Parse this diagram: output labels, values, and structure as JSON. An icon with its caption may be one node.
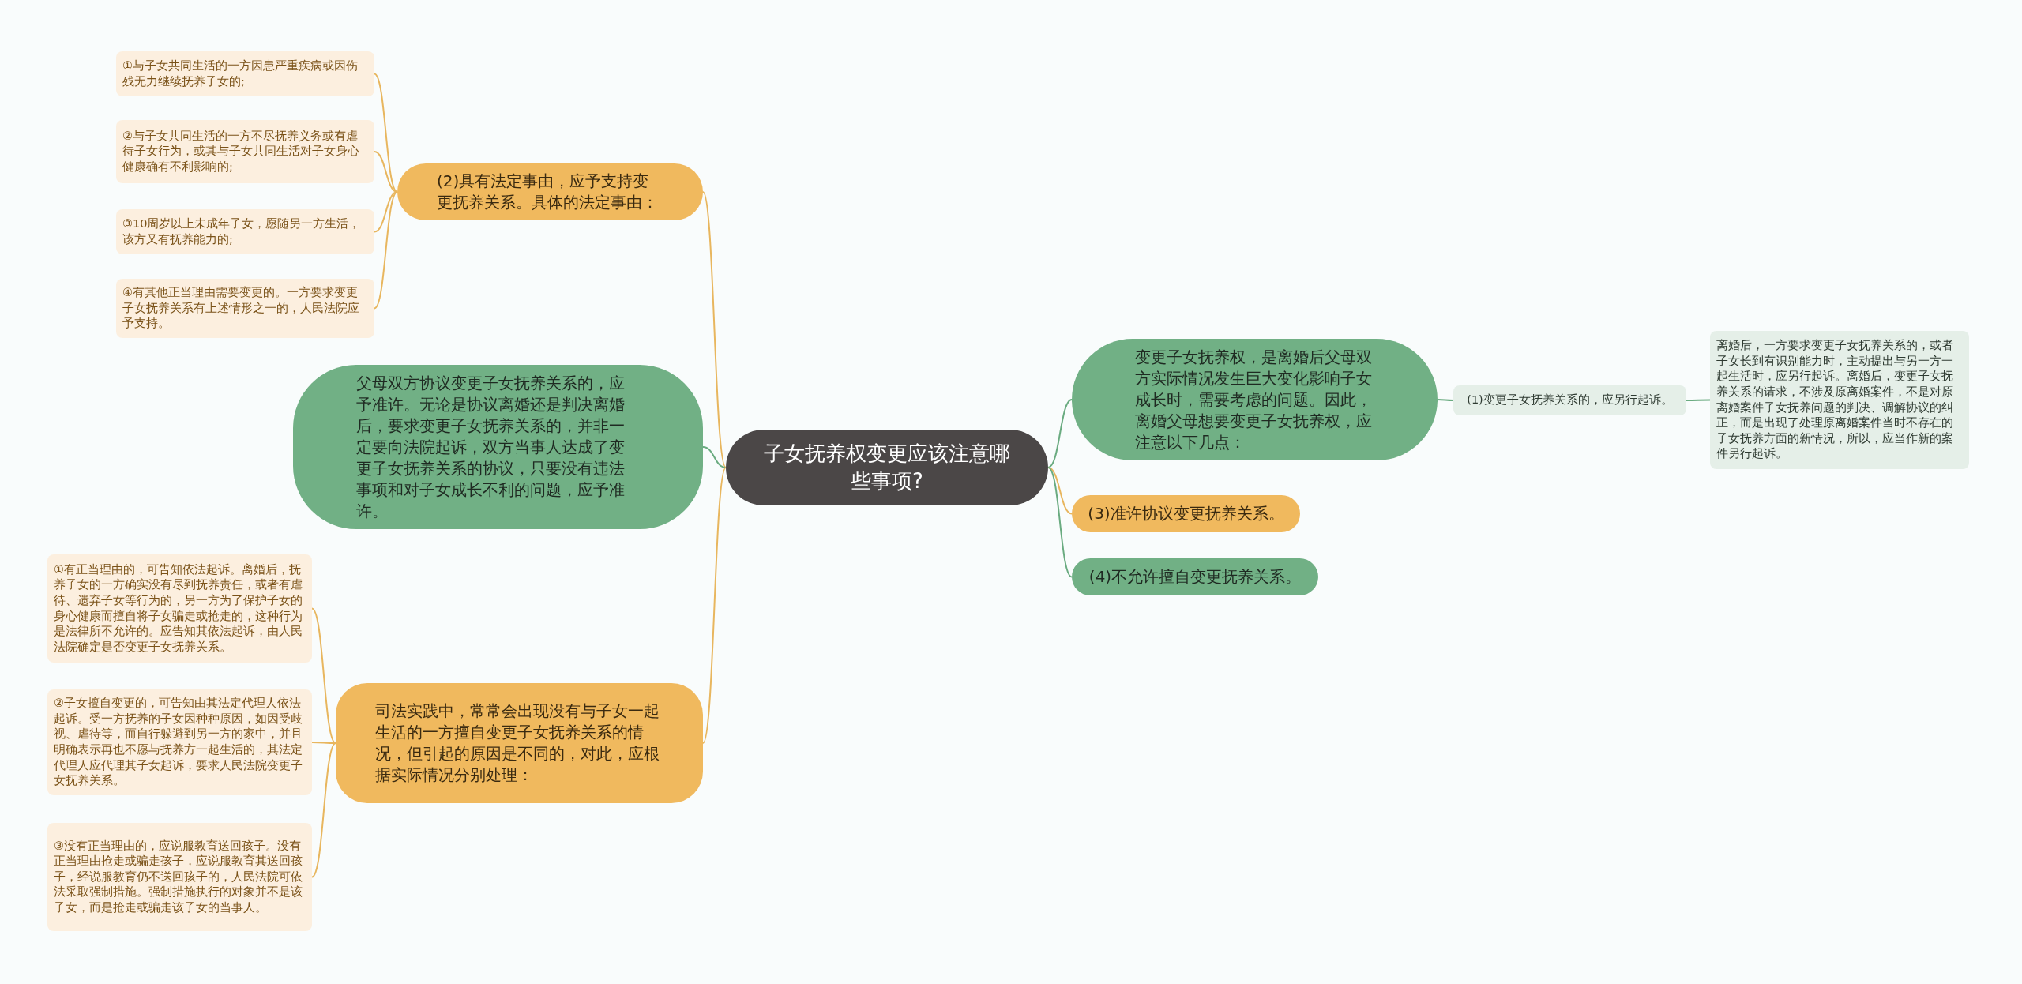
{
  "diagram": {
    "nodes": [
      {
        "text": [
          "子女抚养权变更应该注意哪些事项?"
        ]
      },
      {
        "text": [
          "(2)具有法定事由，应予支持变更抚养关系。具体的法定事由："
        ]
      },
      {
        "text": [
          "①与子女共同生活的一方因患严重疾病或因伤残无力继续抚养子女的;"
        ]
      },
      {
        "text": [
          "②与子女共同生活的一方不尽抚养义务或有虐待子女行为，或其与子女共同生活对子女身心健康确有不利影响的;"
        ]
      },
      {
        "text": [
          "③10周岁以上未成年子女，愿随另一方生活，该方又有抚养能力的;"
        ]
      },
      {
        "text": [
          "④有其他正当理由需要变更的。一方要求变更子女抚养关系有上述情形之一的，人民法院应予支持。"
        ]
      },
      {
        "text": [
          "父母双方协议变更子女抚养关系的，应予准许。无论是协议离婚还是判决离婚后，要求变更子女抚养关系的，并非一定要向法院起诉，双方当事人达成了变更子女抚养关系的协议，只要没有违法事项和对子女成长不利的问题，应予准许。"
        ]
      },
      {
        "text": [
          "司法实践中，常常会出现没有与子女一起生活的一方擅自变更子女抚养关系的情况，但引起的原因是不同的，对此，应根据实际情况分别处理："
        ]
      },
      {
        "text": [
          "①有正当理由的，可告知依法起诉。离婚后，抚养子女的一方确实没有尽到抚养责任，或者有虐待、遗弃子女等行为的，另一方为了保护子女的身心健康而擅自将子女骗走或抢走的，这种行为是法律所不允许的。应告知其依法起诉，由人民法院确定是否变更子女抚养关系。"
        ]
      },
      {
        "text": [
          "②子女擅自变更的，可告知由其法定代理人依法起诉。受一方抚养的子女因种种原因，如因受歧视、虐待等，而自行躲避到另一方的家中，并且明确表示再也不愿与抚养方一起生活的，其法定代理人应代理其子女起诉，要求人民法院变更子女抚养关系。"
        ]
      },
      {
        "text": [
          "③没有正当理由的，应说服教育送回孩子。没有正当理由抢走或骗走孩子，应说服教育其送回孩子，经说服教育仍不送回孩子的，人民法院可依法采取强制措施。强制措施执行的对象并不是该子女，而是抢走或骗走该子女的当事人。"
        ]
      },
      {
        "text": [
          "变更子女抚养权，是离婚后父母双方实际情况发生巨大变化影响子女成长时，需要考虑的问题。因此，离婚父母想要变更子女抚养权，应注意以下几点："
        ]
      },
      {
        "text": [
          "(1)变更子女抚养关系的，应另行起诉。"
        ]
      },
      {
        "text": [
          "离婚后，一方要求变更子女抚养关系的，或者子女长到有识别能力时，主动提出与另一方一起生活时，应另行起诉。离婚后，变更子女抚养关系的请求，不涉及原离婚案件，不是对原离婚案件子女抚养问题的判决、调解协议的纠正，而是出现了处理原离婚案件当时不存在的子女抚养方面的新情况，所以，应当作新的案件另行起诉。"
        ]
      },
      {
        "text": [
          "(3)准许协议变更抚养关系。"
        ]
      },
      {
        "text": [
          "(4)不允许擅自变更抚养关系。"
        ]
      }
    ],
    "edges": [
      {
        "from": 0,
        "to": 1,
        "arrow": "none"
      },
      {
        "from": 1,
        "to": 2,
        "arrow": "none"
      },
      {
        "from": 1,
        "to": 3,
        "arrow": "none"
      },
      {
        "from": 1,
        "to": 4,
        "arrow": "none"
      },
      {
        "from": 1,
        "to": 5,
        "arrow": "none"
      },
      {
        "from": 0,
        "to": 6,
        "arrow": "none",
        "color": "#6aab80"
      },
      {
        "from": 0,
        "to": 7,
        "arrow": "none"
      },
      {
        "from": 7,
        "to": 8,
        "arrow": "none"
      },
      {
        "from": 7,
        "to": 9,
        "arrow": "none"
      },
      {
        "from": 7,
        "to": 10,
        "arrow": "none"
      },
      {
        "from": 0,
        "to": 11,
        "arrow": "none",
        "color": "#6aab80"
      },
      {
        "from": 11,
        "to": 12,
        "arrow": "none",
        "color": "#6aab80"
      },
      {
        "from": 12,
        "to": 13,
        "arrow": "none",
        "color": "#6aab80"
      },
      {
        "from": 0,
        "to": 14,
        "arrow": "none"
      },
      {
        "from": 0,
        "to": 15,
        "arrow": "none",
        "color": "#6aab80"
      }
    ]
  }
}
